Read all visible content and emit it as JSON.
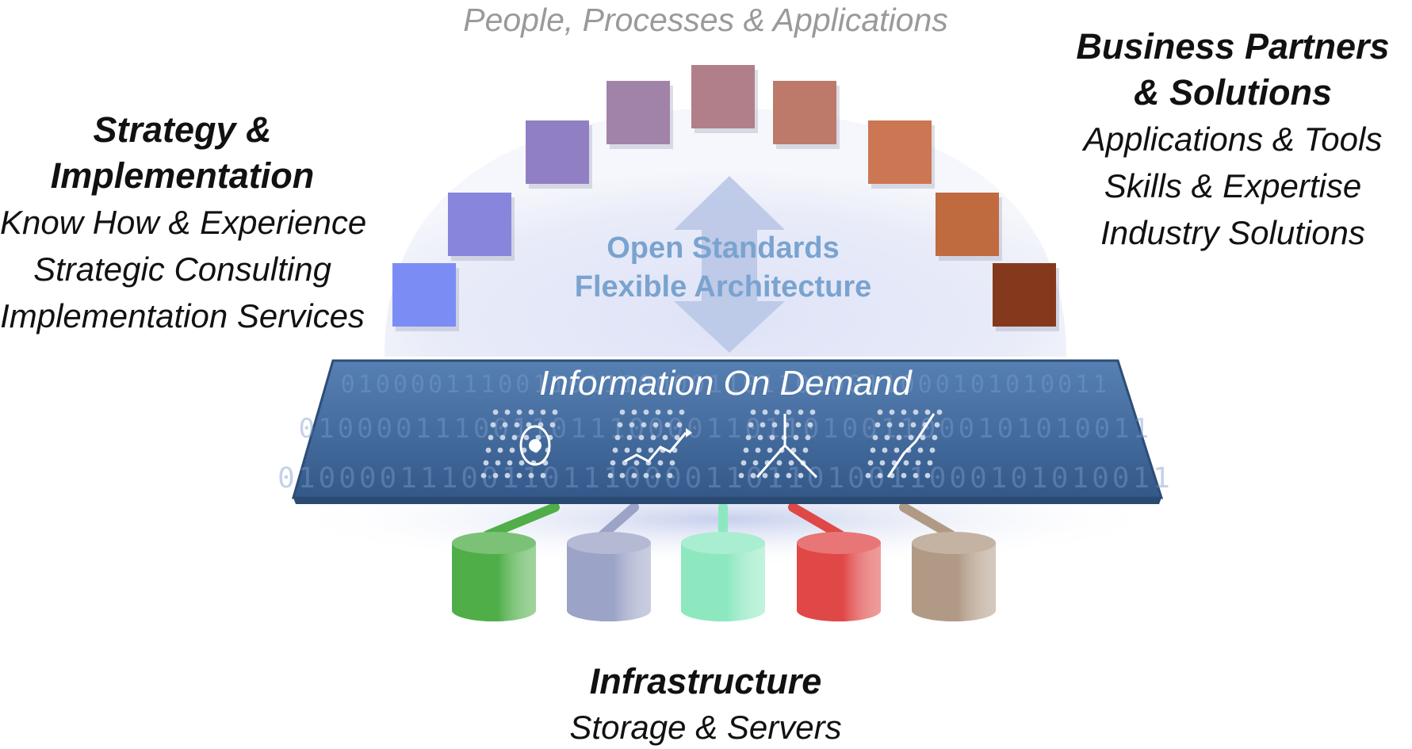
{
  "top_caption": "People, Processes & Applications",
  "left": {
    "heading_line1": "Strategy &",
    "heading_line2": "Implementation",
    "items": [
      "Know How & Experience",
      "Strategic Consulting",
      "Implementation Services"
    ]
  },
  "right": {
    "heading_line1": "Business Partners",
    "heading_line2": "& Solutions",
    "items": [
      "Applications & Tools",
      "Skills & Expertise",
      "Industry Solutions"
    ]
  },
  "center": {
    "line1": "Open Standards",
    "line2": "Flexible Architecture"
  },
  "platform": {
    "title": "Information On Demand",
    "binary": "01000011100110111000011011010011000101010011"
  },
  "bottom": {
    "heading": "Infrastructure",
    "subtitle": "Storage & Servers"
  },
  "colors": {
    "arch_squares": [
      "#7b8cf5",
      "#8785dc",
      "#917fc4",
      "#a283a8",
      "#b07f8a",
      "#bd7a6a",
      "#cd7653",
      "#c06a40",
      "#85391c"
    ],
    "cylinders": [
      "#4fae48",
      "#9ba3c6",
      "#8de8c0",
      "#e04848",
      "#b19a85"
    ],
    "platform": "#3d6596",
    "center_text": "#7aa3cf"
  }
}
